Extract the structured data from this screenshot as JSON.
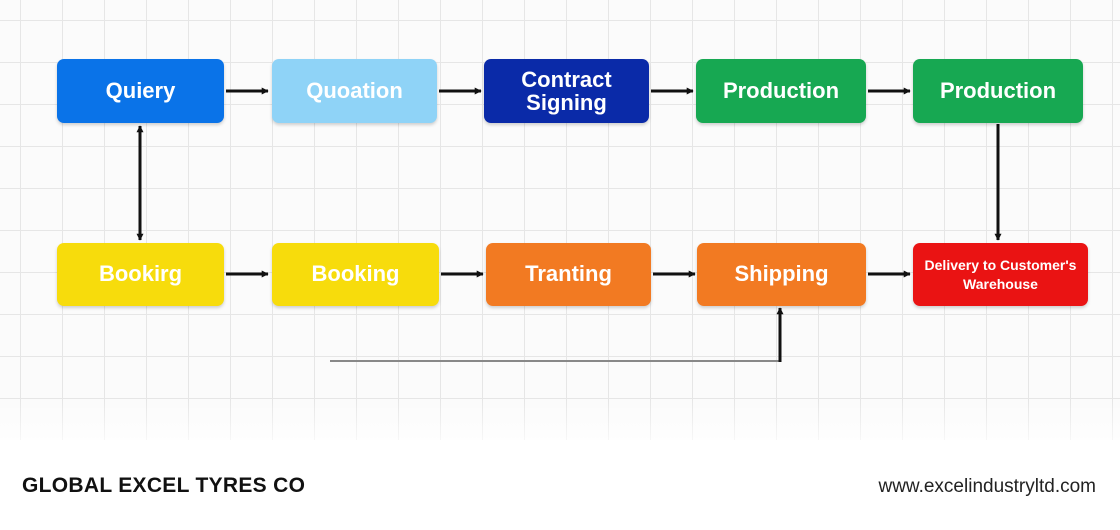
{
  "nodes": {
    "quiery": {
      "label": "Quiery",
      "color": "#0a73e8"
    },
    "quoation": {
      "label": "Quoation",
      "color": "#8fd3f7"
    },
    "contract_signing": {
      "label": "Contract\nSigning",
      "color": "#0a2aa8"
    },
    "production_1": {
      "label": "Production",
      "color": "#17a852"
    },
    "production_2": {
      "label": "Production",
      "color": "#17a852"
    },
    "bookirg": {
      "label": "Bookirg",
      "color": "#f7dc0c"
    },
    "booking": {
      "label": "Booking",
      "color": "#f7dc0c"
    },
    "tranting": {
      "label": "Tranting",
      "color": "#f27a22"
    },
    "shipping": {
      "label": "Shipping",
      "color": "#f27a22"
    },
    "delivery": {
      "label": "Delivery to Customer's\nWarehouse",
      "color": "#ea1313"
    }
  },
  "footer": {
    "company": "GLOBAL EXCEL TYRES CO",
    "website": "www.excelindustryltd.com"
  }
}
